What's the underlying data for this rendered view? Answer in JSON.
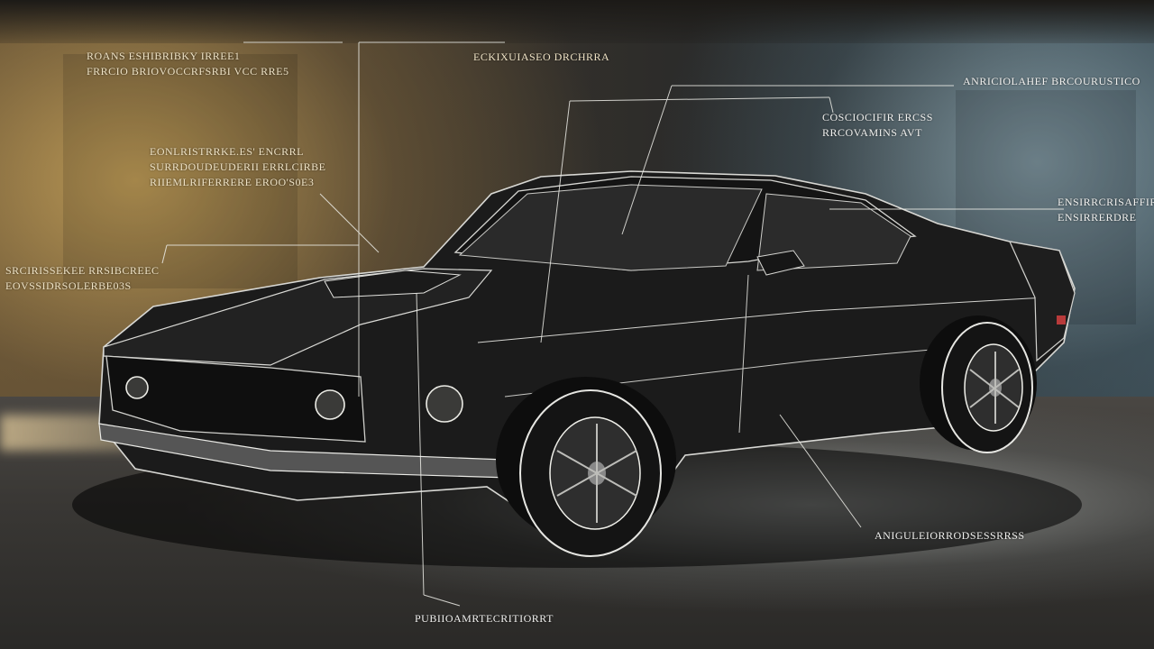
{
  "annotations": [
    {
      "id": "top-left",
      "lines": [
        "ROANS ESHIBRIBKY IRREE1",
        "FRRCIO BRIOVOCCRFSRBI VCC RRE5"
      ]
    },
    {
      "id": "top-center",
      "lines": [
        "ECKIXUIASEO DRCHRRA"
      ]
    },
    {
      "id": "top-right",
      "lines": [
        "ANRICIOLAHEF BRCOURUSTICO"
      ]
    },
    {
      "id": "mid-center",
      "lines": [
        "COSCIOCIFIR ERCSS",
        "RRCOVAMINS  AVT"
      ]
    },
    {
      "id": "left-middle",
      "lines": [
        "EONLRISTRRKE.ES' ENCRRL",
        "SURRDOUDEUDERII ERRLCIRBE",
        "RIIEMLRIFERRERE EROO'S0E3"
      ]
    },
    {
      "id": "far-left",
      "lines": [
        "SRCIRISSEKEE RRSIBCREEC",
        "EOVSSIDRSOLERBE03S"
      ]
    },
    {
      "id": "right-edge",
      "lines": [
        "ENSIRRCRISAFFIRSRIE",
        "ENSIRRERDRE"
      ]
    },
    {
      "id": "bottom-right",
      "lines": [
        "ANIGULEIORRODSESSRRSS"
      ]
    },
    {
      "id": "bottom-center",
      "lines": [
        "PUBIIOAMRTECRITIORRT"
      ]
    }
  ]
}
